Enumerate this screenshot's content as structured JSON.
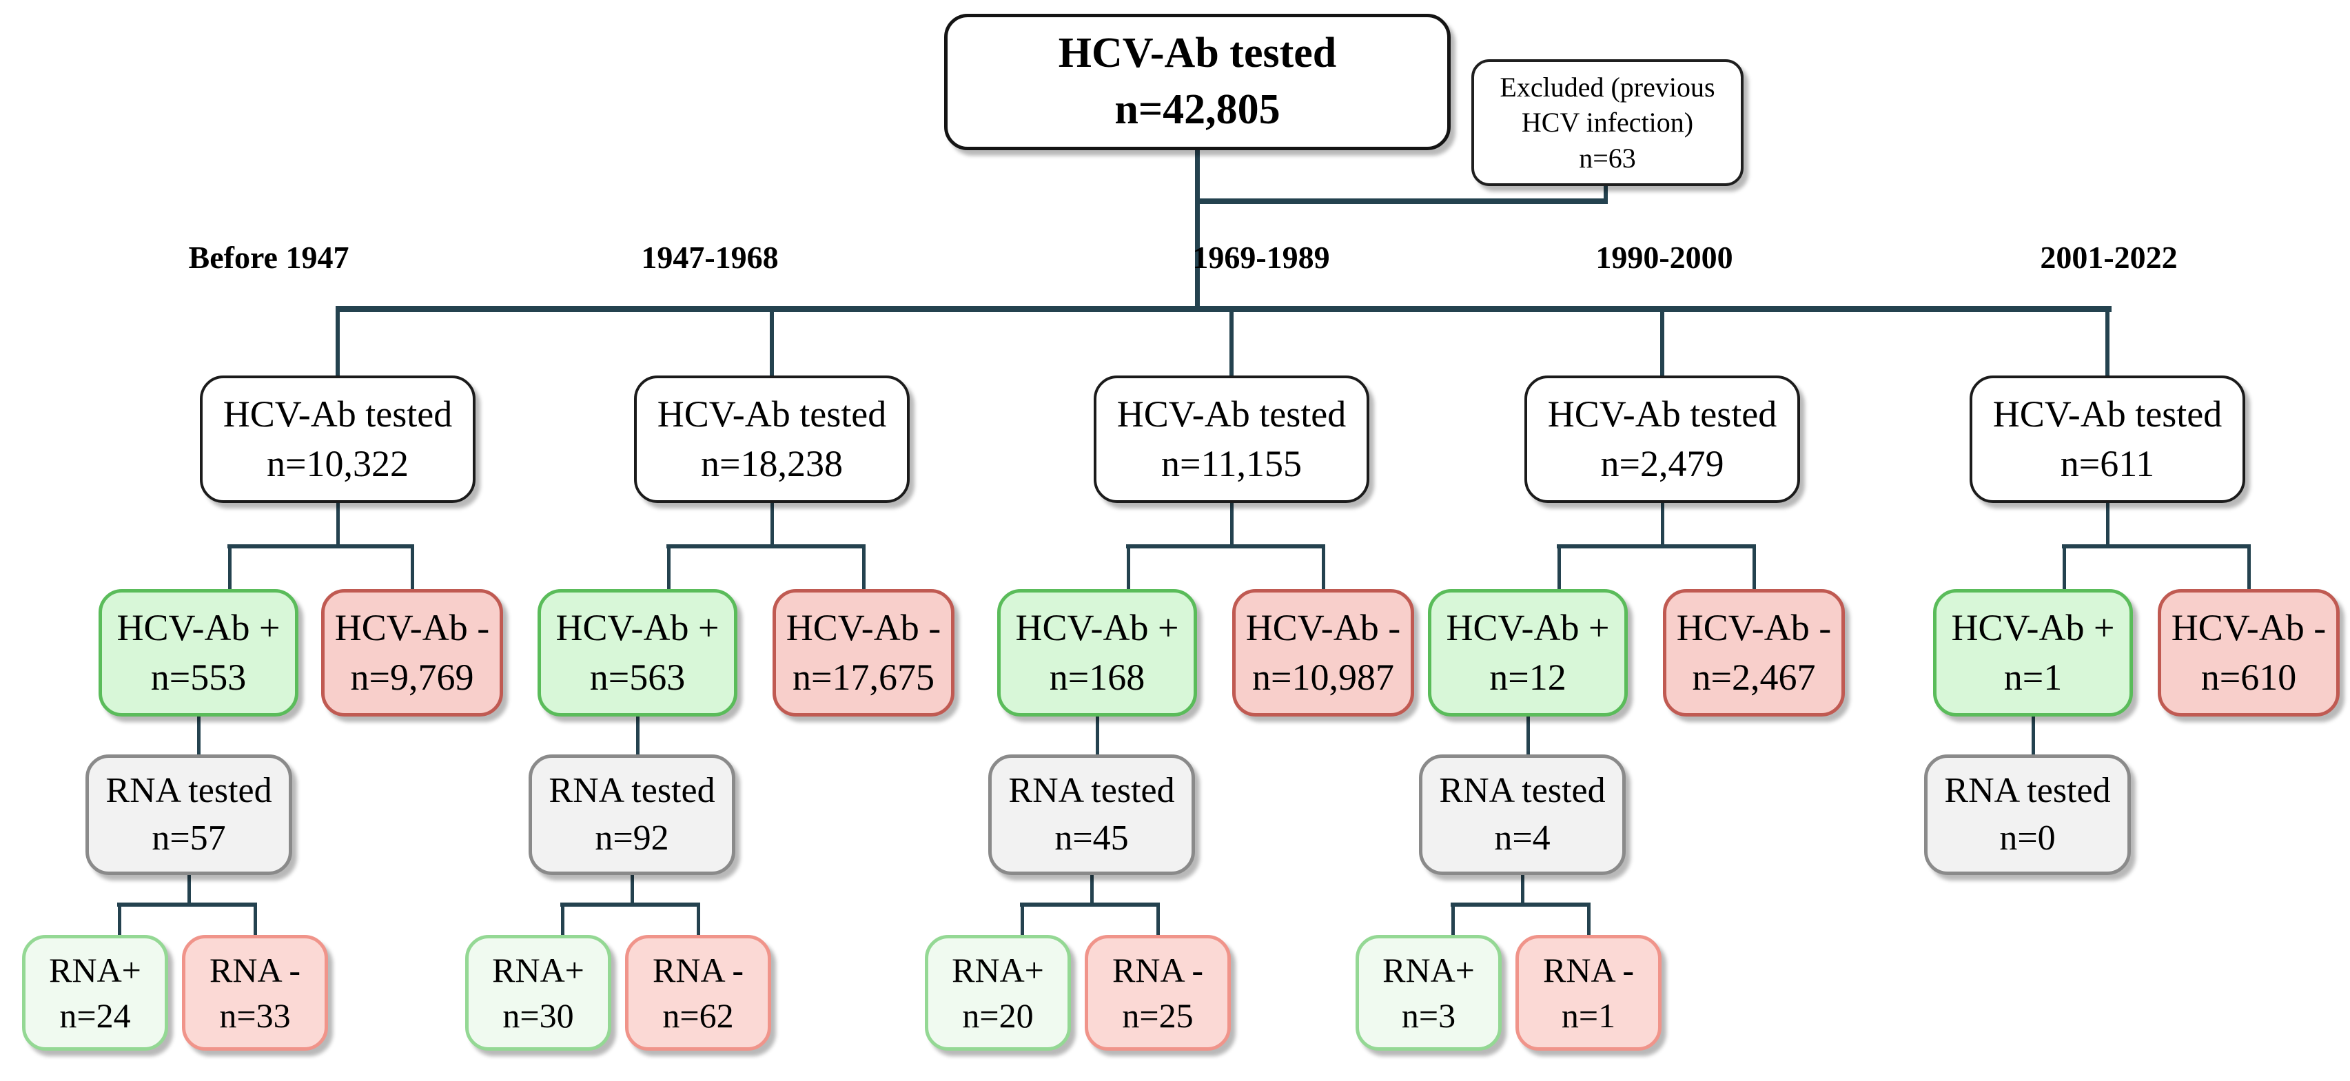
{
  "root": {
    "title": "HCV-Ab tested",
    "n": "n=42,805"
  },
  "excluded": {
    "line1": "Excluded (previous",
    "line2": "HCV infection)",
    "line3": "n=63"
  },
  "branches": [
    {
      "period": "Before 1947",
      "tested": {
        "title": "HCV-Ab tested",
        "n": "n=10,322"
      },
      "ab_positive": {
        "title": "HCV-Ab +",
        "n": "n=553"
      },
      "ab_negative": {
        "title": "HCV-Ab -",
        "n": "n=9,769"
      },
      "rna_tested": {
        "title": "RNA tested",
        "n": "n=57"
      },
      "rna_positive": {
        "title": "RNA+",
        "n": "n=24"
      },
      "rna_negative": {
        "title": "RNA -",
        "n": "n=33"
      }
    },
    {
      "period": "1947-1968",
      "tested": {
        "title": "HCV-Ab tested",
        "n": "n=18,238"
      },
      "ab_positive": {
        "title": "HCV-Ab +",
        "n": "n=563"
      },
      "ab_negative": {
        "title": "HCV-Ab -",
        "n": "n=17,675"
      },
      "rna_tested": {
        "title": "RNA tested",
        "n": "n=92"
      },
      "rna_positive": {
        "title": "RNA+",
        "n": "n=30"
      },
      "rna_negative": {
        "title": "RNA -",
        "n": "n=62"
      }
    },
    {
      "period": "1969-1989",
      "tested": {
        "title": "HCV-Ab tested",
        "n": "n=11,155"
      },
      "ab_positive": {
        "title": "HCV-Ab +",
        "n": "n=168"
      },
      "ab_negative": {
        "title": "HCV-Ab -",
        "n": "n=10,987"
      },
      "rna_tested": {
        "title": "RNA tested",
        "n": "n=45"
      },
      "rna_positive": {
        "title": "RNA+",
        "n": "n=20"
      },
      "rna_negative": {
        "title": "RNA -",
        "n": "n=25"
      }
    },
    {
      "period": "1990-2000",
      "tested": {
        "title": "HCV-Ab tested",
        "n": "n=2,479"
      },
      "ab_positive": {
        "title": "HCV-Ab +",
        "n": "n=12"
      },
      "ab_negative": {
        "title": "HCV-Ab -",
        "n": "n=2,467"
      },
      "rna_tested": {
        "title": "RNA tested",
        "n": "n=4"
      },
      "rna_positive": {
        "title": "RNA+",
        "n": "n=3"
      },
      "rna_negative": {
        "title": "RNA -",
        "n": "n=1"
      }
    },
    {
      "period": "2001-2022",
      "tested": {
        "title": "HCV-Ab tested",
        "n": "n=611"
      },
      "ab_positive": {
        "title": "HCV-Ab +",
        "n": "n=1"
      },
      "ab_negative": {
        "title": "HCV-Ab -",
        "n": "n=610"
      },
      "rna_tested": {
        "title": "RNA tested",
        "n": "n=0"
      },
      "rna_positive": null,
      "rna_negative": null
    }
  ],
  "colors": {
    "connector": "#24424f",
    "tested_border": "#1b1b1b",
    "positive_fill": "#d8f7d8",
    "positive_border": "#5abc5a",
    "negative_fill": "#f8cfcb",
    "negative_border": "#c05a52",
    "rna_tested_fill": "#f2f2f2",
    "rna_tested_border": "#8a8a8a",
    "rna_positive_fill": "#f0faf0",
    "rna_positive_border": "#94d894",
    "rna_negative_fill": "#fbd9d5",
    "rna_negative_border": "#f0948a"
  }
}
